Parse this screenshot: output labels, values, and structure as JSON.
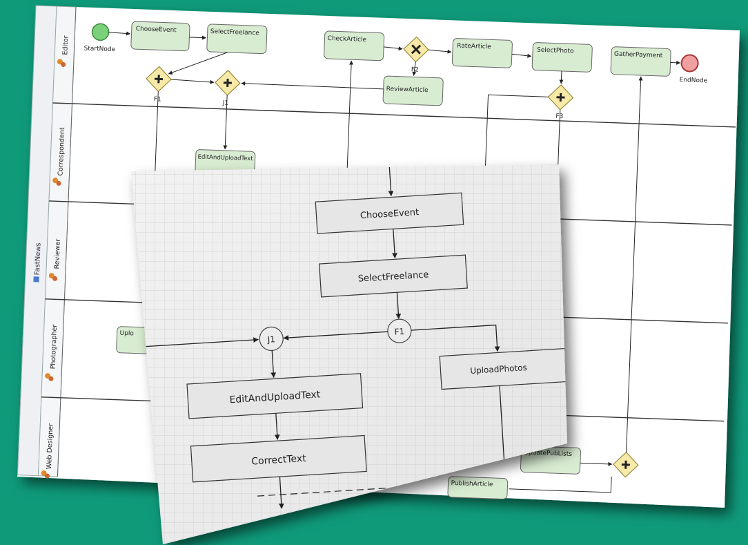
{
  "back_diagram": {
    "pool_label": "FastNews",
    "lanes": [
      "Editor",
      "Correspondent",
      "Reviewer",
      "Photographer",
      "Web Designer"
    ],
    "nodes": {
      "start": "StartNode",
      "end": "EndNode",
      "choose_event": "ChooseEvent",
      "select_freelance": "SelectFreelance",
      "check_article": "CheckArticle",
      "rate_article": "RateArticle",
      "select_photo": "SelectPhoto",
      "gather_payment": "GatherPayment",
      "review_article": "ReviewArticle",
      "edit_upload_text": "EditAndUploadText",
      "upload_partial": "Uplo",
      "update_pub_lists": "UpdatePubLists",
      "publish_article": "PublishArticle"
    },
    "gateways": {
      "f1": "F1",
      "j1": "J1",
      "f2": "F2",
      "f3": "F3"
    },
    "colors": {
      "background": "#0f9a7a",
      "task_fill": "#d8ecd2",
      "gateway_fill": "#f7e9a8",
      "start_fill": "#7bd07b",
      "end_fill": "#f0a0a0"
    }
  },
  "front_diagram": {
    "nodes": {
      "choose_event": "ChooseEvent",
      "select_freelance": "SelectFreelance",
      "f1": "F1",
      "j1": "J1",
      "edit_upload_text": "EditAndUploadText",
      "upload_photos": "UploadPhotos",
      "correct_text": "CorrectText"
    }
  }
}
